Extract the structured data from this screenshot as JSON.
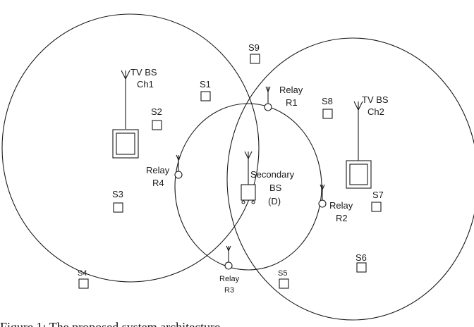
{
  "diagram": {
    "tv_bs_1": {
      "line1": "TV BS",
      "line2": "Ch1"
    },
    "tv_bs_2": {
      "line1": "TV BS",
      "line2": "Ch2"
    },
    "secondary_bs": {
      "line1": "Secondary",
      "line2": "BS",
      "line3": "(D)"
    },
    "relays": [
      {
        "id": "r1",
        "line1": "Relay",
        "line2": "R1"
      },
      {
        "id": "r2",
        "line1": "Relay",
        "line2": "R2"
      },
      {
        "id": "r3",
        "line1": "Relay",
        "line2": "R3"
      },
      {
        "id": "r4",
        "line1": "Relay",
        "line2": "R4"
      }
    ],
    "secondary_users": [
      "S1",
      "S2",
      "S3",
      "S4",
      "S5",
      "S6",
      "S7",
      "S8",
      "S9"
    ]
  },
  "caption": "Figure 1: The proposed system architecture"
}
